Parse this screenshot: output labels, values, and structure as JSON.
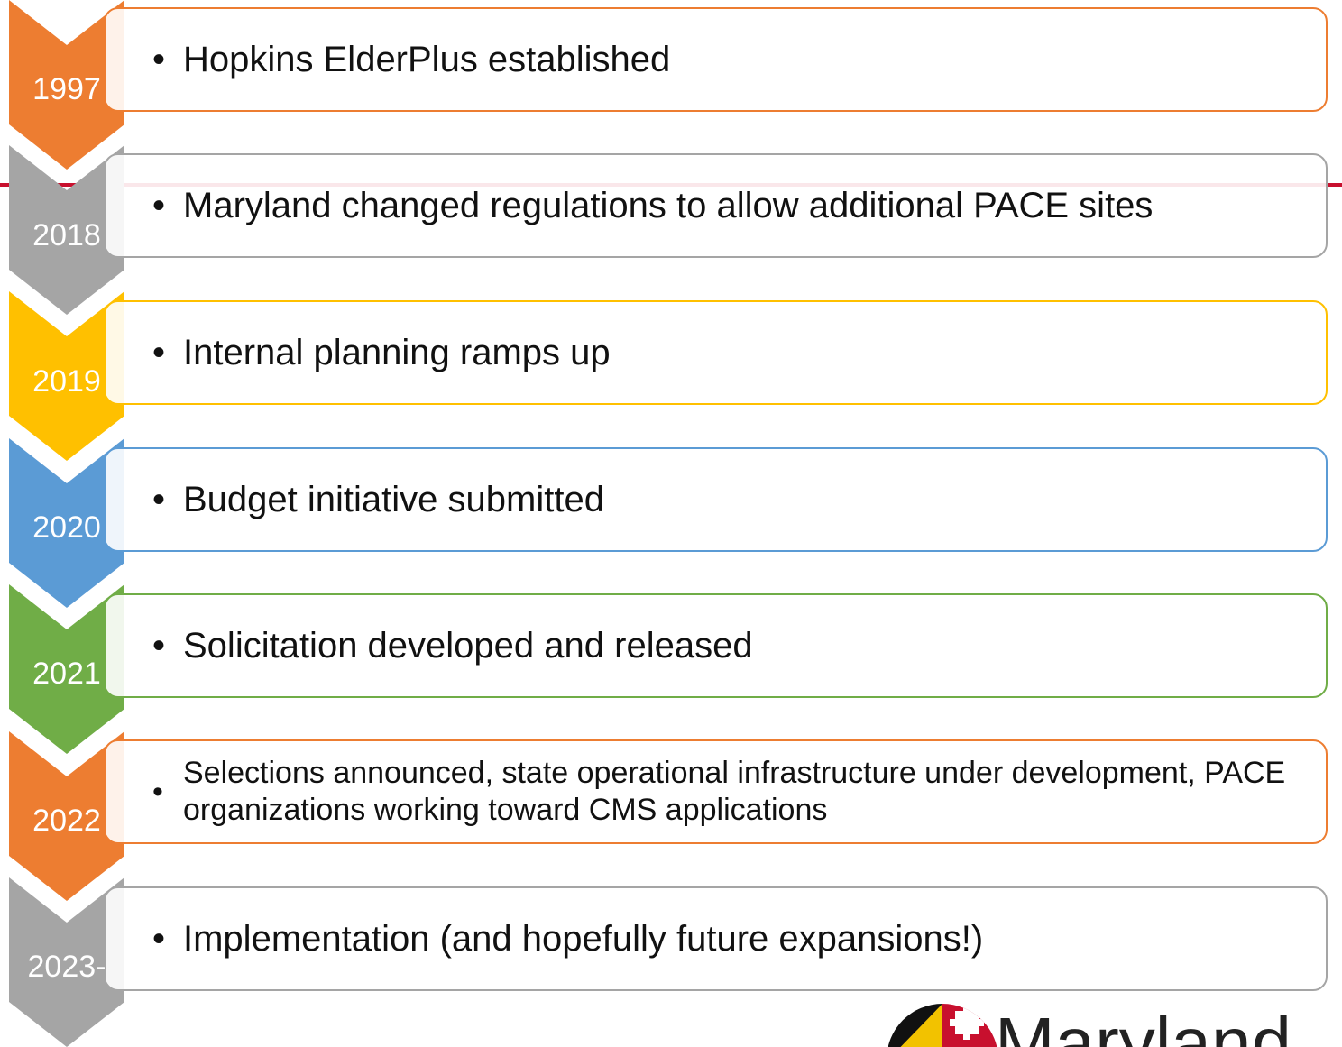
{
  "timeline": [
    {
      "year": "1997",
      "text": "Hopkins ElderPlus established",
      "color": "#ED7D31"
    },
    {
      "year": "2018",
      "text": "Maryland changed regulations to allow additional PACE sites",
      "color": "#A5A5A5"
    },
    {
      "year": "2019",
      "text": "Internal planning ramps up",
      "color": "#FFC000"
    },
    {
      "year": "2020",
      "text": "Budget initiative submitted",
      "color": "#5B9BD5"
    },
    {
      "year": "2021",
      "text": "Solicitation developed and released",
      "color": "#70AD47"
    },
    {
      "year": "2022",
      "text": "Selections announced, state operational infrastructure under development, PACE organizations working toward CMS applications",
      "color": "#ED7D31"
    },
    {
      "year": "2023-",
      "text": "Implementation (and hopefully future expansions!)",
      "color": "#A5A5A5"
    }
  ],
  "logo": {
    "name": "maryland-flag-logo",
    "word": "Maryland"
  },
  "bullet_char": "•"
}
